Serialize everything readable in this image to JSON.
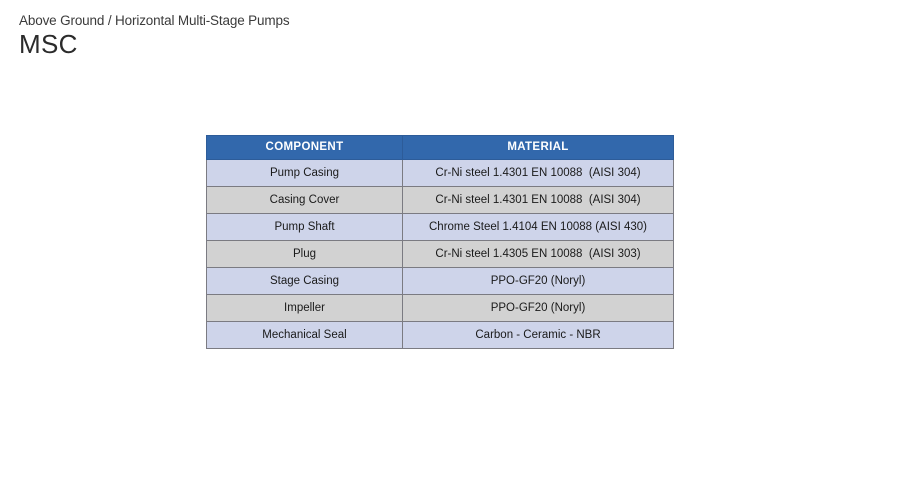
{
  "header": {
    "subtitle": "Above Ground / Horizontal Multi-Stage Pumps",
    "title": "MSC"
  },
  "colors": {
    "header_blue": "#3268ac",
    "row_lavender": "#ced4ea",
    "row_gray": "#d2d2d2",
    "border_gray": "#7b7b82",
    "text_dark": "#1a1a1a",
    "header_text": "#ffffff"
  },
  "table": {
    "columns": [
      "COMPONENT",
      "MATERIAL"
    ],
    "rows": [
      {
        "component": "Pump Casing",
        "material": "Cr-Ni steel 1.4301 EN 10088  (AISI 304)"
      },
      {
        "component": "Casing Cover",
        "material": "Cr-Ni steel 1.4301 EN 10088  (AISI 304)"
      },
      {
        "component": "Pump Shaft",
        "material": "Chrome Steel 1.4104 EN 10088 (AISI 430)"
      },
      {
        "component": "Plug",
        "material": "Cr-Ni steel 1.4305 EN 10088  (AISI 303)"
      },
      {
        "component": "Stage Casing",
        "material": "PPO-GF20 (Noryl)"
      },
      {
        "component": "Impeller",
        "material": "PPO-GF20 (Noryl)"
      },
      {
        "component": "Mechanical Seal",
        "material": "Carbon - Ceramic - NBR"
      }
    ]
  }
}
